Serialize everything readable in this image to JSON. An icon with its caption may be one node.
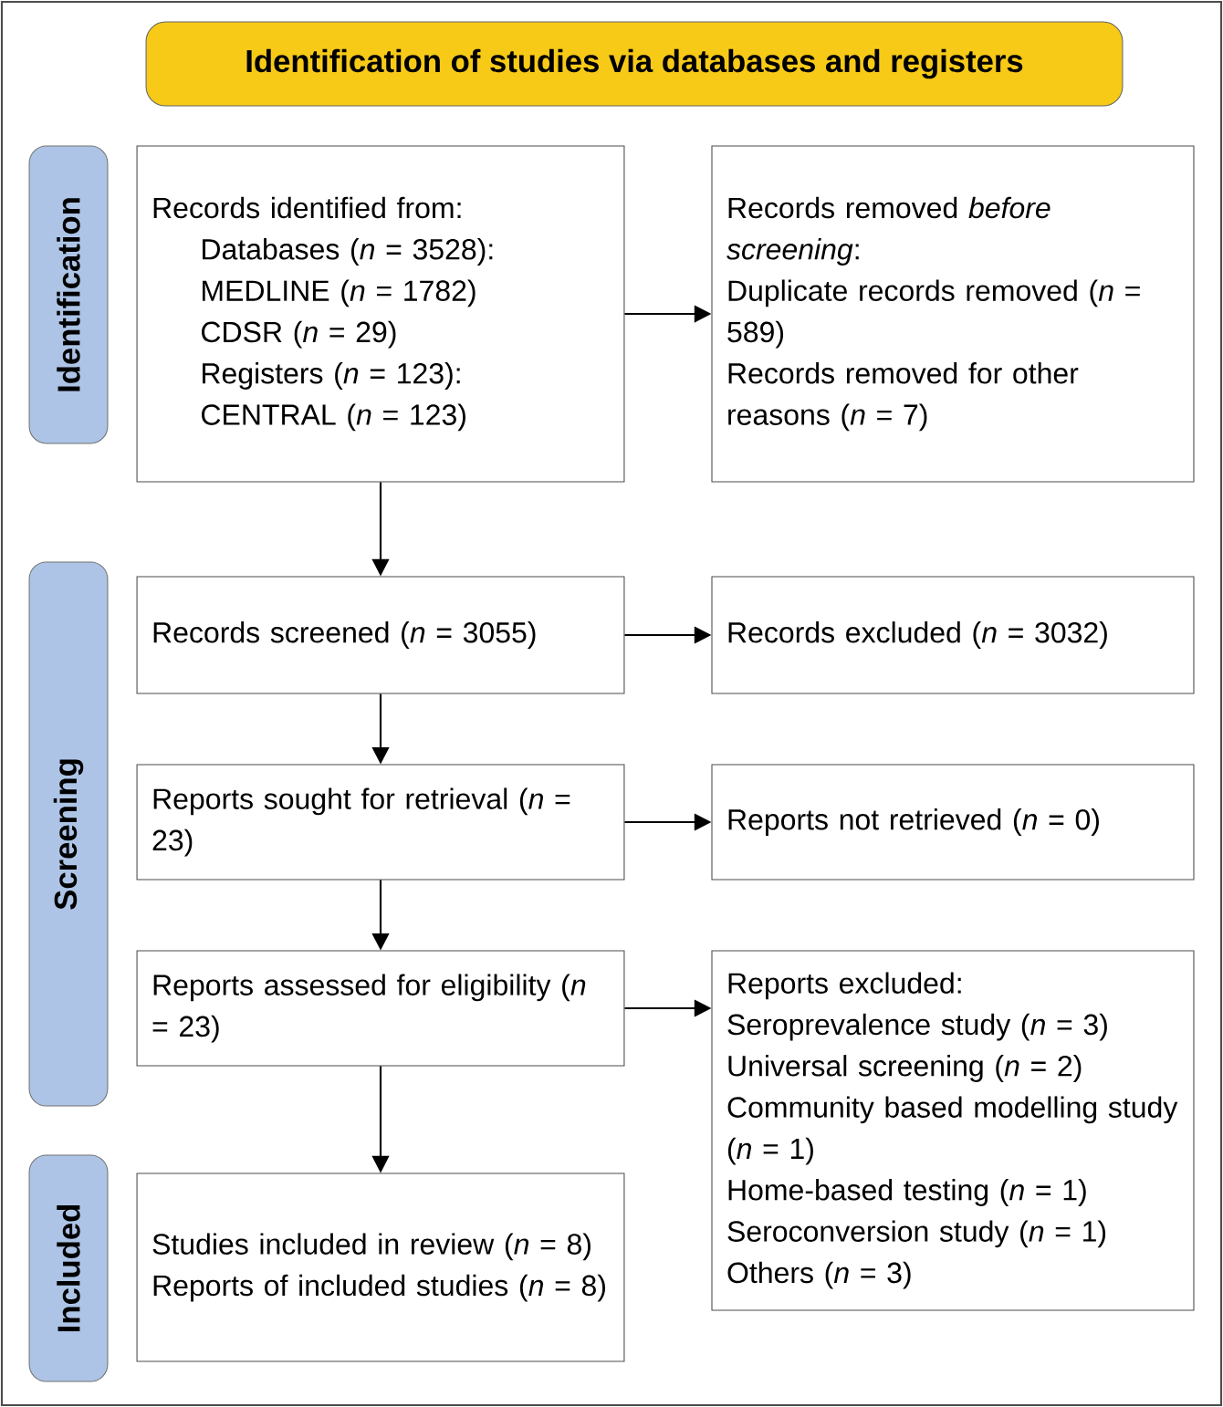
{
  "diagram": {
    "nodes": [
      {
        "text": [
          "Identification of studies via databases and registers"
        ]
      },
      {
        "text": [
          "Identification"
        ]
      },
      {
        "text": [
          "Screening"
        ]
      },
      {
        "text": [
          "Included"
        ]
      },
      {
        "text": [
          "Records identified from:",
          "Databases (*n* = 3528):",
          "MEDLINE (*n* = 1782)",
          "CDSR (*n* = 29)",
          "Registers (*n* = 123):",
          "CENTRAL (*n* = 123)"
        ]
      },
      {
        "text": [
          "Records removed *before screening*:",
          "Duplicate records removed (*n* = 589)",
          "Records removed for other reasons (*n* = 7)"
        ]
      },
      {
        "text": [
          "Records screened (*n* = 3055)"
        ]
      },
      {
        "text": [
          "Records excluded (*n* = 3032)"
        ]
      },
      {
        "text": [
          "Reports sought for retrieval (*n* = 23)"
        ]
      },
      {
        "text": [
          "Reports not retrieved (*n* = 0)"
        ]
      },
      {
        "text": [
          "Reports assessed for eligibility (*n* = 23)"
        ]
      },
      {
        "text": [
          "Reports excluded:",
          "Seroprevalence study (*n* = 3)",
          "Universal screening (*n* = 2)",
          "Community based modelling study (*n* = 1)",
          "Home-based testing (*n* = 1)",
          "Seroconversion study (*n* = 1)",
          "Others (*n* = 3)"
        ]
      },
      {
        "text": [
          "Studies included in review (*n* = 8)",
          "Reports of included studies (*n* = 8)"
        ]
      }
    ],
    "edges": [
      {
        "from": 4,
        "to": 5,
        "arrow": "to"
      },
      {
        "from": 4,
        "to": 6,
        "arrow": "to"
      },
      {
        "from": 6,
        "to": 7,
        "arrow": "to"
      },
      {
        "from": 6,
        "to": 8,
        "arrow": "to"
      },
      {
        "from": 8,
        "to": 9,
        "arrow": "to"
      },
      {
        "from": 8,
        "to": 10,
        "arrow": "to"
      },
      {
        "from": 10,
        "to": 11,
        "arrow": "to"
      },
      {
        "from": 10,
        "to": 12,
        "arrow": "to"
      }
    ]
  }
}
